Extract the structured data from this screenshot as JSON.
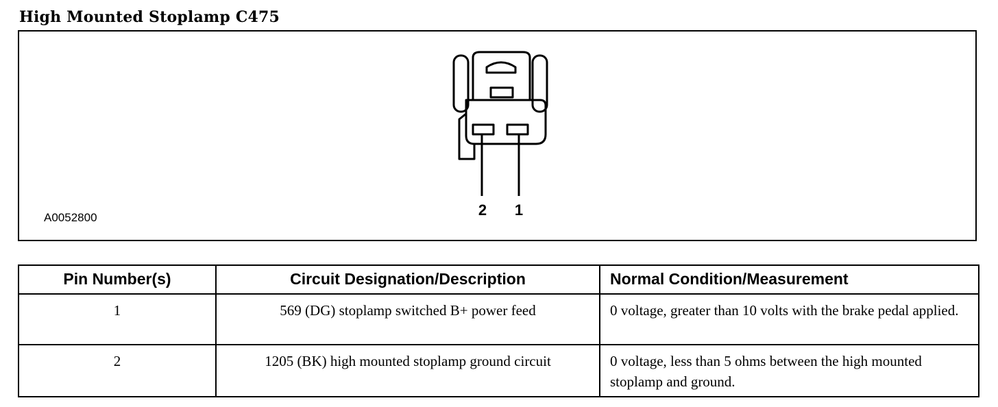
{
  "title": "High Mounted Stoplamp C475",
  "figure": {
    "id": "A0052800",
    "pin_labels": [
      "2",
      "1"
    ],
    "icon": "connector-diagram"
  },
  "table": {
    "headers": [
      "Pin Number(s)",
      "Circuit Designation/Description",
      "Normal Condition/Measurement"
    ],
    "rows": [
      {
        "pin": "1",
        "circuit": "569 (DG) stoplamp switched B+ power feed",
        "condition": "0 voltage, greater than 10 volts with the brake pedal applied."
      },
      {
        "pin": "2",
        "circuit": "1205 (BK) high mounted stoplamp ground circuit",
        "condition": "0 voltage, less than 5 ohms between the high mounted stoplamp and ground."
      }
    ]
  }
}
